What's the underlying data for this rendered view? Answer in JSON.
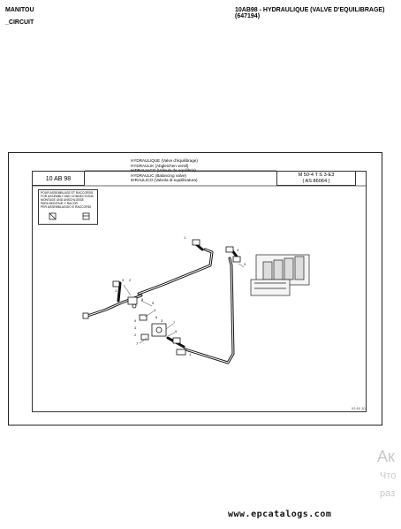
{
  "header": {
    "brand": "MANITOU",
    "section": "_CIRCUIT",
    "title": "10AB98 - HYDRAULIQUE (VALVE D'EQUILIBRAGE) (647194)"
  },
  "drawing": {
    "code": "10 AB 98",
    "description_lines": [
      "HYDRAULIQUE (Valve d'équilibrage)",
      "HYDRAULIK (Abgleichen ventil)",
      "HIDRAULICO (Válvula de equilibrio)",
      "HYDRAULIC (Balancing valve)",
      "IDRAULICO (Valvola di equilibratura)"
    ],
    "model": "M 50-4 T S 3-E3",
    "model_ref": "( AS 86064 )",
    "note_lines": [
      "POUR ASSEMBLAGE ET RACCORDS",
      "FOR ASSEMBLY AND CONNECTIONS",
      "MONTAGE UND ANSCHLÜSSE",
      "PARA MONTAJE Y RACOR",
      "PER ASSEMBLAGGIO E RACCORDI"
    ],
    "sheet_number": "93 80 30"
  },
  "footer": {
    "site": "www.epcatalogs.com"
  },
  "overlay": {
    "line1": "Ак",
    "line2": "Что",
    "line3": "раз"
  }
}
